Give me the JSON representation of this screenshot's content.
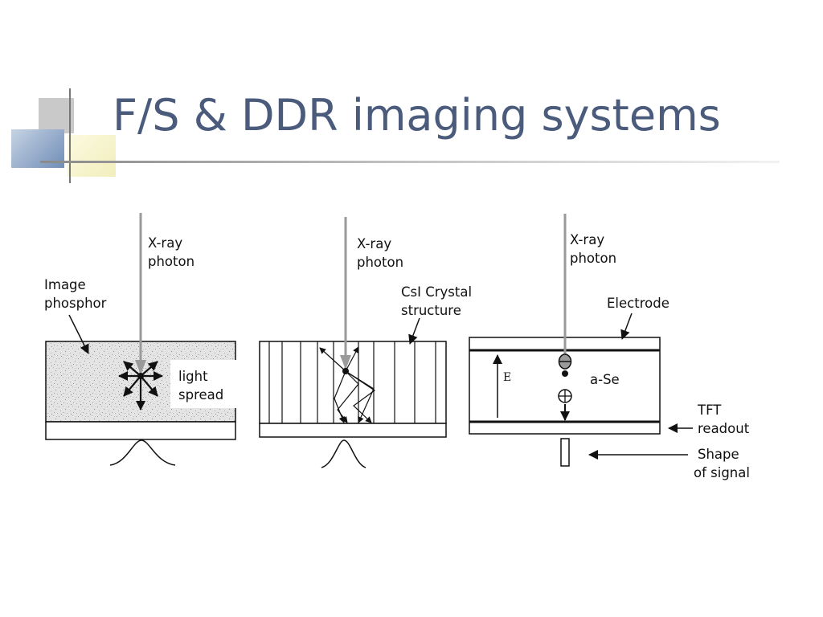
{
  "slide": {
    "title": "F/S & DDR imaging systems"
  },
  "panel_screen": {
    "xray_label_1": "X-ray",
    "xray_label_2": "photon",
    "phosphor_label_1": "Image",
    "phosphor_label_2": "phosphor",
    "spread_label_1": "light",
    "spread_label_2": "spread"
  },
  "panel_csi": {
    "xray_label_1": "X-ray",
    "xray_label_2": "photon",
    "crystal_label_1": "CsI Crystal",
    "crystal_label_2": "structure"
  },
  "panel_ase": {
    "xray_label_1": "X-ray",
    "xray_label_2": "photon",
    "electrode_label": "Electrode",
    "field_label": "E",
    "material_label": "a-Se",
    "tft_label_1": "TFT",
    "tft_label_2": "readout",
    "signal_label_1": "Shape",
    "signal_label_2": "of signal"
  },
  "colors": {
    "title": "#4a5b7c",
    "xray_line": "#9a9a9a",
    "phosphor_fill": "#e6e6e6",
    "ink": "#111111"
  }
}
